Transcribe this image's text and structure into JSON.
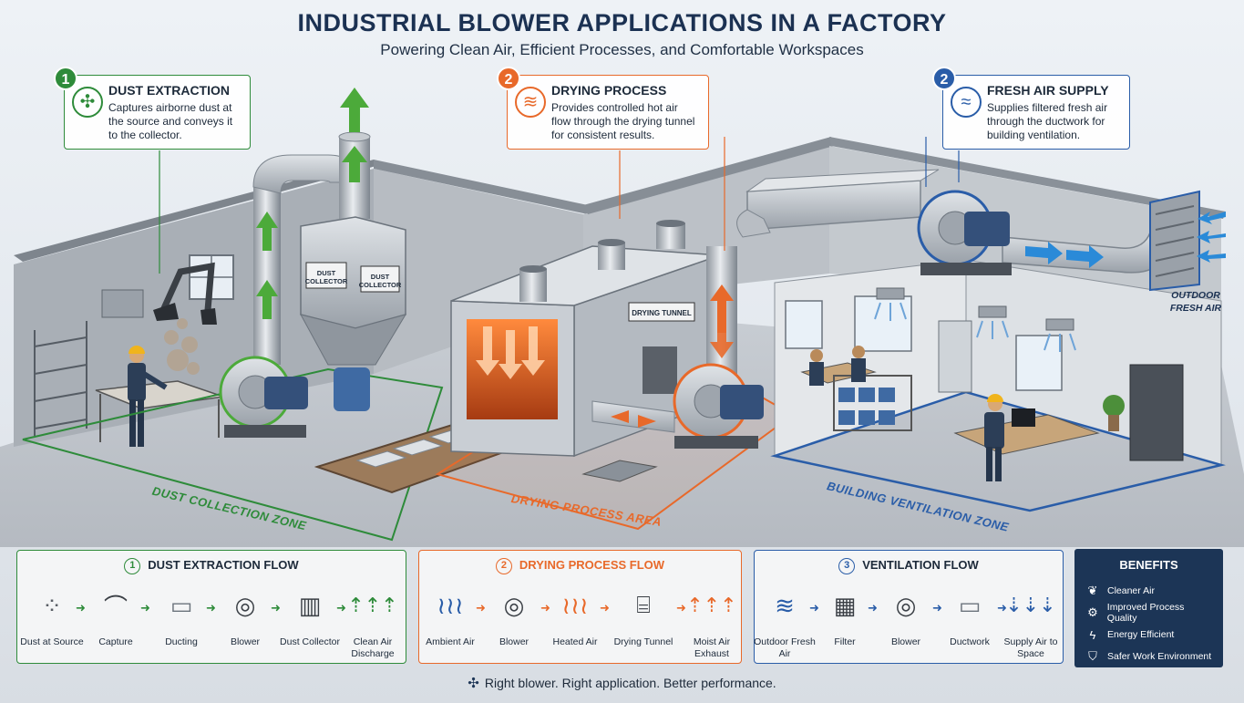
{
  "header": {
    "title": "INDUSTRIAL BLOWER APPLICATIONS IN A FACTORY",
    "subtitle": "Powering Clean Air, Efficient Processes, and Comfortable Workspaces"
  },
  "callouts": {
    "dust": {
      "number": "1",
      "heading": "DUST EXTRACTION",
      "text": "Captures airborne dust at the source and conveys it to the collector.",
      "color": "#2e8b3a",
      "icon": "fan-icon"
    },
    "drying": {
      "number": "2",
      "heading": "DRYING PROCESS",
      "text": "Provides controlled hot air flow through the drying tunnel for consistent results.",
      "color": "#e8692a",
      "icon": "heat-waves-icon"
    },
    "fresh": {
      "number": "2",
      "heading": "FRESH AIR SUPPLY",
      "text": "Supplies filtered fresh air through the ductwork for building ventilation.",
      "color": "#2a5da8",
      "icon": "wind-icon"
    }
  },
  "scene_labels": {
    "dust_collector_left": "DUST COLLECTOR",
    "dust_collector_right": "DUST COLLECTOR",
    "drying_tunnel": "DRYING TUNNEL",
    "outdoor_air": "OUTDOOR FRESH AIR"
  },
  "zones": {
    "dust": "DUST COLLECTION ZONE",
    "drying": "DRYING PROCESS AREA",
    "ventilation": "BUILDING VENTILATION ZONE"
  },
  "flows": {
    "dust": {
      "number": "1",
      "title": "DUST EXTRACTION FLOW",
      "color": "#2e8b3a",
      "steps": [
        {
          "label": "Dust at Source",
          "icon": "dust-particles-icon"
        },
        {
          "label": "Capture",
          "icon": "capture-arm-icon"
        },
        {
          "label": "Ducting",
          "icon": "duct-icon"
        },
        {
          "label": "Blower",
          "icon": "blower-icon"
        },
        {
          "label": "Dust Collector",
          "icon": "dust-collector-icon"
        },
        {
          "label": "Clean Air Discharge",
          "icon": "up-arrows-icon"
        }
      ]
    },
    "drying": {
      "number": "2",
      "title": "DRYING PROCESS FLOW",
      "color": "#e8692a",
      "steps": [
        {
          "label": "Ambient Air",
          "icon": "ambient-air-icon"
        },
        {
          "label": "Blower",
          "icon": "blower-icon"
        },
        {
          "label": "Heated Air",
          "icon": "heated-air-icon"
        },
        {
          "label": "Drying Tunnel",
          "icon": "drying-tunnel-icon"
        },
        {
          "label": "Moist Air Exhaust",
          "icon": "exhaust-icon"
        }
      ]
    },
    "ventilation": {
      "number": "3",
      "title": "VENTILATION FLOW",
      "color": "#2a5da8",
      "steps": [
        {
          "label": "Outdoor Fresh Air",
          "icon": "fresh-air-icon"
        },
        {
          "label": "Filter",
          "icon": "filter-icon"
        },
        {
          "label": "Blower",
          "icon": "blower-icon"
        },
        {
          "label": "Ductwork",
          "icon": "duct-icon"
        },
        {
          "label": "Supply Air to Space",
          "icon": "down-arrows-icon"
        }
      ]
    }
  },
  "benefits": {
    "title": "BENEFITS",
    "items": [
      {
        "label": "Cleaner Air",
        "icon": "leaf-icon"
      },
      {
        "label": "Improved Process Quality",
        "icon": "gear-icon"
      },
      {
        "label": "Energy Efficient",
        "icon": "bolt-icon"
      },
      {
        "label": "Safer Work Environment",
        "icon": "shield-icon"
      }
    ]
  },
  "tagline": "Right blower. Right application. Better performance."
}
